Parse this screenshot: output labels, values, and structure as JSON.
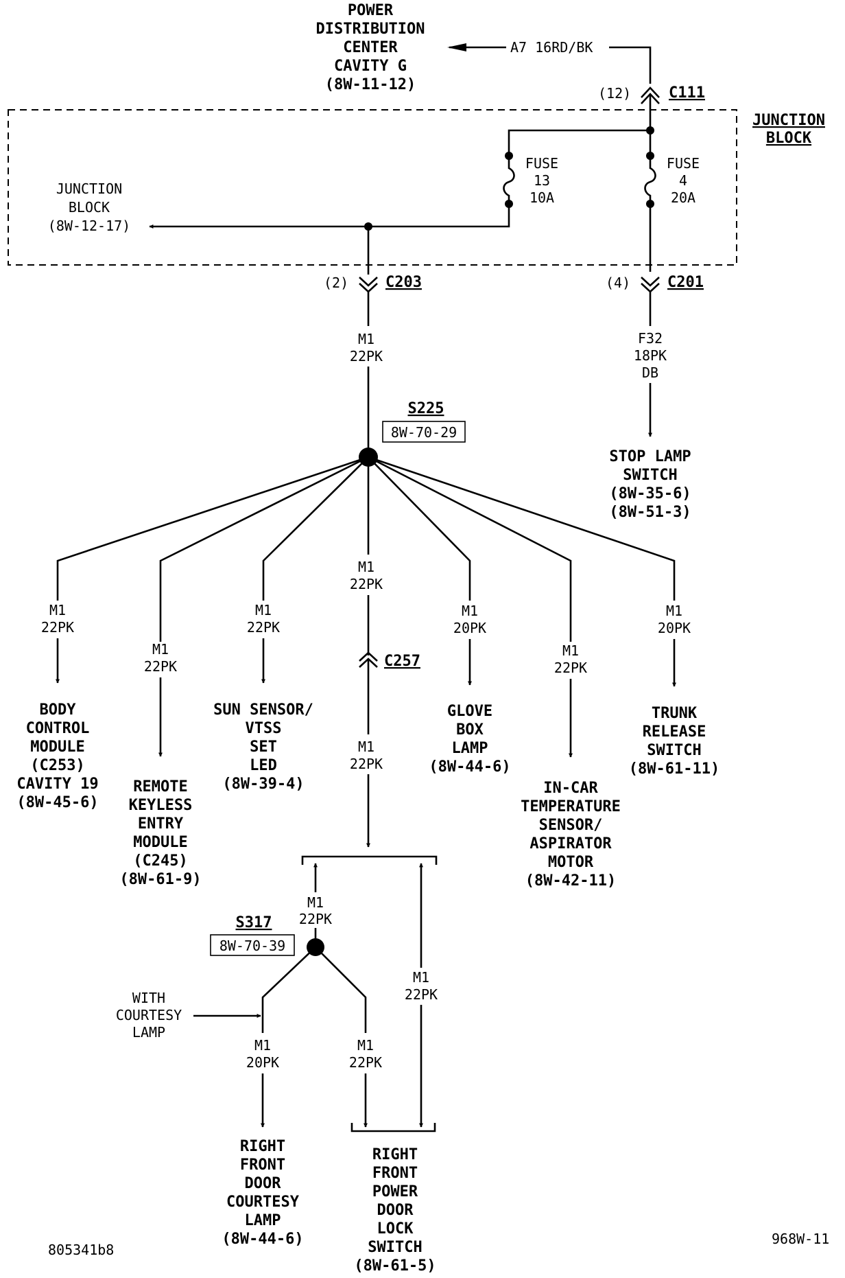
{
  "pdc": {
    "lines": [
      "POWER",
      "DISTRIBUTION",
      "CENTER",
      "CAVITY G",
      "(8W-11-12)"
    ],
    "wire": "A7  16RD/BK"
  },
  "c111": {
    "pin": "(12)",
    "name": "C111"
  },
  "junction_block_title": [
    "JUNCTION",
    "BLOCK"
  ],
  "fuse13": [
    "FUSE",
    "13",
    "10A"
  ],
  "fuse4": [
    "FUSE",
    "4",
    "20A"
  ],
  "jb_ref": [
    "JUNCTION",
    "BLOCK",
    "(8W-12-17)"
  ],
  "c203": {
    "pin": "(2)",
    "name": "C203"
  },
  "c201": {
    "pin": "(4)",
    "name": "C201"
  },
  "wire_m1_22pk": [
    "M1",
    "22PK"
  ],
  "wire_m1_20pk": [
    "M1",
    "20PK"
  ],
  "wire_f32": [
    "F32",
    "18PK",
    "DB"
  ],
  "stop_lamp": [
    "STOP LAMP",
    "SWITCH",
    "(8W-35-6)",
    "(8W-51-3)"
  ],
  "s225": {
    "name": "S225",
    "ref": "8W-70-29"
  },
  "c257": {
    "name": "C257"
  },
  "body_control": [
    "BODY",
    "CONTROL",
    "MODULE",
    "(C253)",
    "CAVITY 19",
    "(8W-45-6)"
  ],
  "rke": [
    "REMOTE",
    "KEYLESS",
    "ENTRY",
    "MODULE",
    "(C245)",
    "(8W-61-9)"
  ],
  "sun_sensor": [
    "SUN SENSOR/",
    "VTSS",
    "SET",
    "LED",
    "(8W-39-4)"
  ],
  "glove_box": [
    "GLOVE",
    "BOX",
    "LAMP",
    "(8W-44-6)"
  ],
  "in_car": [
    "IN-CAR",
    "TEMPERATURE",
    "SENSOR/",
    "ASPIRATOR",
    "MOTOR",
    "(8W-42-11)"
  ],
  "trunk": [
    "TRUNK",
    "RELEASE",
    "SWITCH",
    "(8W-61-11)"
  ],
  "s317": {
    "name": "S317",
    "ref": "8W-70-39"
  },
  "with_courtesy": [
    "WITH",
    "COURTESY",
    "LAMP"
  ],
  "rf_courtesy": [
    "RIGHT",
    "FRONT",
    "DOOR",
    "COURTESY",
    "LAMP",
    "(8W-44-6)"
  ],
  "rf_lock": [
    "RIGHT",
    "FRONT",
    "POWER",
    "DOOR",
    "LOCK",
    "SWITCH",
    "(8W-61-5)"
  ],
  "footer": {
    "left": "805341b8",
    "right": "968W-11"
  }
}
